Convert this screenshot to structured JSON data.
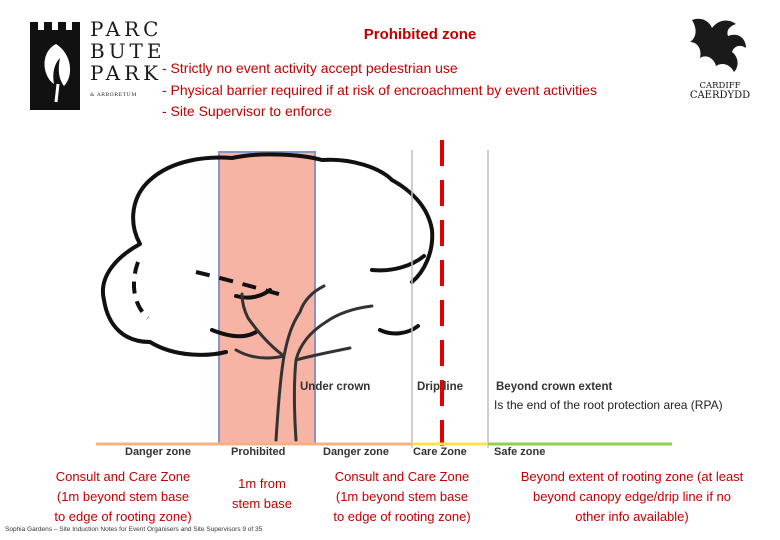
{
  "title": "Prohibited zone",
  "bullets": [
    "- Strictly no event activity accept pedestrian use",
    "- Physical barrier required if at risk of encroachment by event activities",
    "- Site Supervisor to enforce"
  ],
  "logo_left": {
    "lines": [
      "PARC",
      "BUTE",
      "PARK"
    ],
    "small": "& ARBORETUM"
  },
  "logo_right": {
    "lines": [
      "CARDIFF",
      "CAERDYDD"
    ]
  },
  "regions": {
    "under_crown": "Under crown",
    "drip_line": "Drip line",
    "beyond": "Beyond crown extent"
  },
  "rpa_note": "Is the end of the root protection area (RPA)",
  "zones": [
    "Danger zone",
    "Prohibited",
    "Danger zone",
    "Care Zone",
    "Safe zone"
  ],
  "descriptions": {
    "left": [
      "Consult and Care Zone",
      "(1m beyond stem base",
      "to edge of rooting zone)"
    ],
    "middle": [
      "1m from",
      "stem base"
    ],
    "right": [
      "Consult and Care Zone",
      "(1m beyond stem base",
      "to edge of rooting zone)"
    ],
    "far_right": [
      "Beyond extent of rooting zone (at least",
      "beyond canopy edge/drip line if no",
      "other info available)"
    ]
  },
  "footer": "Sophia Gardens – Site Induction Notes for Event Organisers and Site Supervisors 9 of 35",
  "colors": {
    "title_red": "#c00000",
    "prohibited_fill": "#f7b3a3",
    "prohibited_border": "#8c93c4",
    "drip_dash": "#e00000",
    "orange_line": "#f4b183",
    "yellow_line": "#ffe14d",
    "green_line": "#8fd14f"
  }
}
